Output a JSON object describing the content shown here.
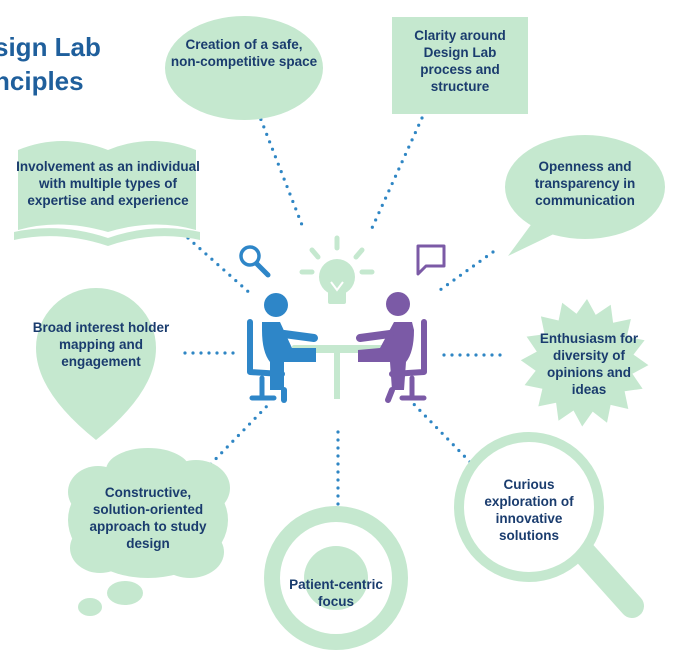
{
  "title": {
    "line1": "sign Lab",
    "line2": "nciples"
  },
  "principles": {
    "safe_space": "Creation of a safe, non-competitive space",
    "clarity": "Clarity around Design Lab process and structure",
    "openness": "Openness and transparency in communication",
    "enthusiasm": "Enthusiasm for diversity of opinions and ideas",
    "curious": "Curious exploration of innovative solutions",
    "patient_centric": "Patient-centric focus",
    "constructive": "Constructive, solution-oriented approach to study design",
    "broad_interest": "Broad interest holder mapping and engagement",
    "involvement": "Involvement as an individual with multiple types of expertise and experience"
  },
  "colors": {
    "shape_fill": "#c5e8cf",
    "title_blue": "#1f5f9c",
    "text_navy": "#1a3c6e",
    "dots": "#2f86c4",
    "person_blue": "#2e86c8",
    "person_purple": "#7b5aa6"
  },
  "icons": [
    "book-icon",
    "map-pin-icon",
    "thought-cloud-icon",
    "ring-icon",
    "magnifier-icon",
    "starburst-icon",
    "speech-bubble-icon",
    "search-icon",
    "chat-icon",
    "lightbulb-icon"
  ]
}
